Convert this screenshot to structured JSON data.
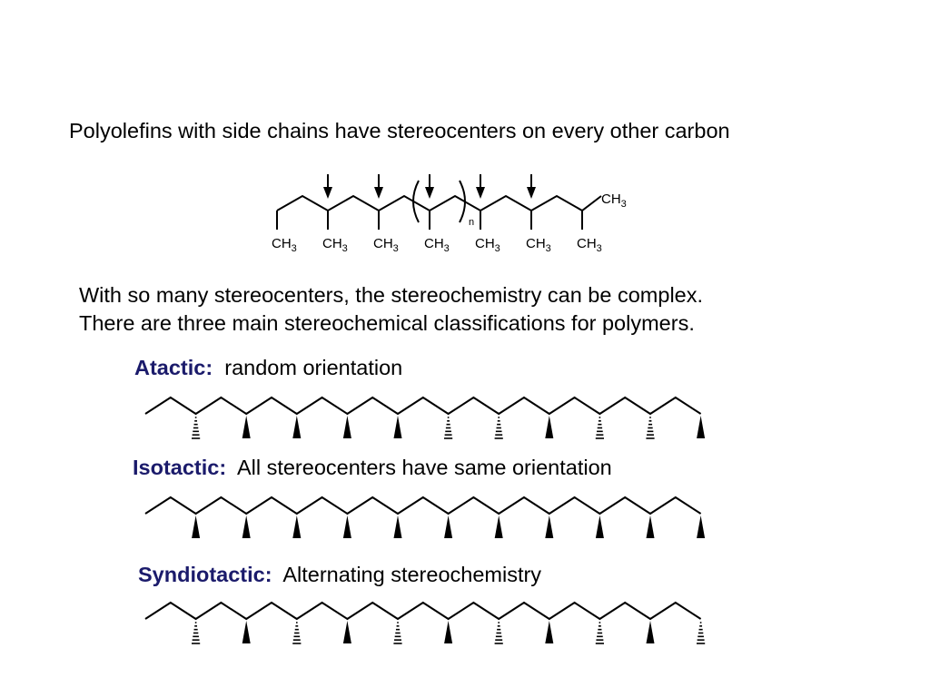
{
  "heading": "Polyolefins with side chains have stereocenters on every other carbon",
  "intro": {
    "line1": "With so many stereocenters, the stereochemistry can be complex.",
    "line2": "There are three main stereochemical classifications for polymers."
  },
  "structure": {
    "methyl": "CH",
    "methyl_sub": "3",
    "repeat": "n",
    "methyl_count": 8
  },
  "classifications": [
    {
      "term": "Atactic:",
      "description": "random orientation",
      "pattern": [
        "hash",
        "wedge",
        "wedge",
        "wedge",
        "wedge",
        "hash",
        "hash",
        "wedge",
        "hash",
        "hash",
        "wedge"
      ]
    },
    {
      "term": "Isotactic:",
      "description": "All stereocenters have same orientation",
      "pattern": [
        "wedge",
        "wedge",
        "wedge",
        "wedge",
        "wedge",
        "wedge",
        "wedge",
        "wedge",
        "wedge",
        "wedge",
        "wedge"
      ]
    },
    {
      "term": "Syndiotactic:",
      "description": "Alternating stereochemistry",
      "pattern": [
        "hash",
        "wedge",
        "hash",
        "wedge",
        "hash",
        "wedge",
        "hash",
        "wedge",
        "hash",
        "wedge",
        "hash"
      ]
    }
  ],
  "colors": {
    "term": "#1b1b6b",
    "ink": "#000000"
  }
}
